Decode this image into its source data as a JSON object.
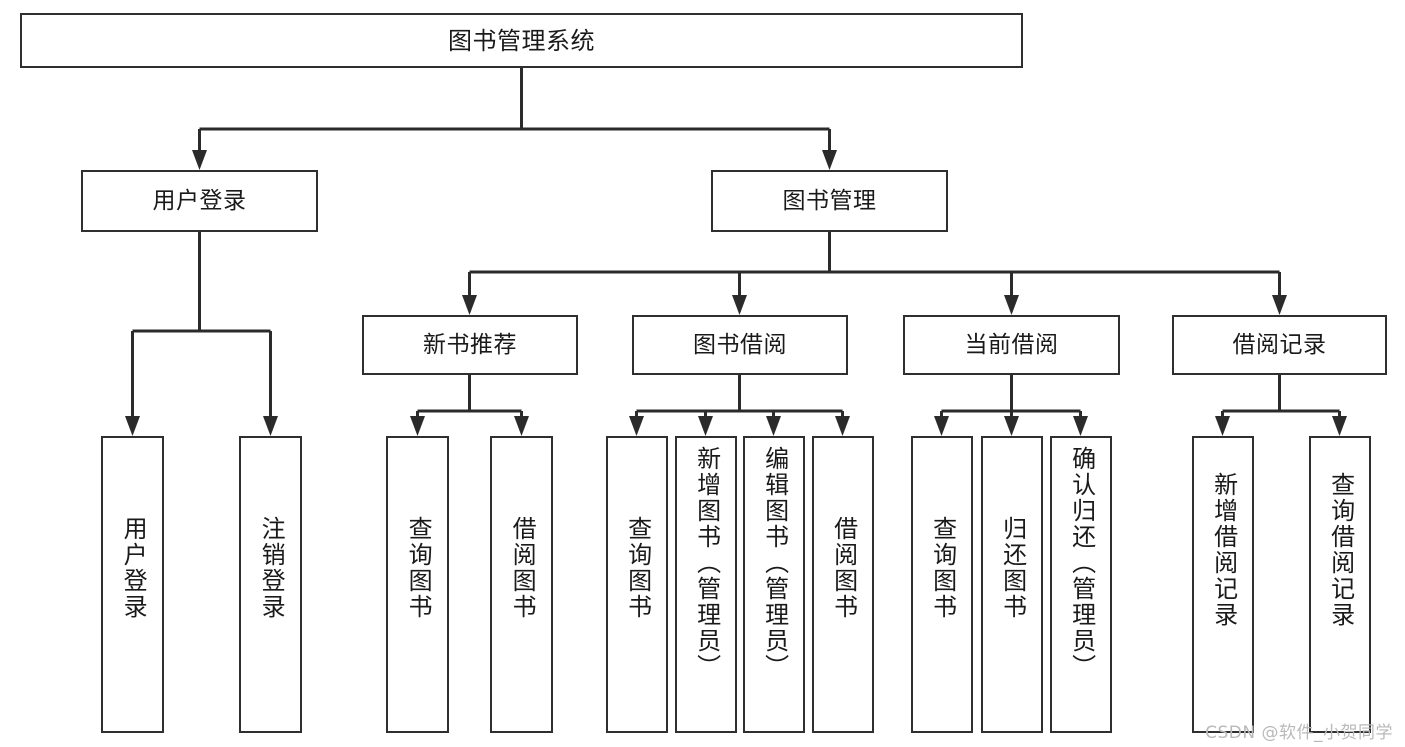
{
  "diagram": {
    "title": "图书管理系统",
    "type": "功能结构图",
    "root": {
      "label": "图书管理系统"
    },
    "level2": [
      {
        "label": "用户登录"
      },
      {
        "label": "图书管理"
      }
    ],
    "level3": [
      {
        "label": "新书推荐"
      },
      {
        "label": "图书借阅"
      },
      {
        "label": "当前借阅"
      },
      {
        "label": "借阅记录"
      }
    ],
    "leaves": {
      "user_login": [
        {
          "label": "用户登录"
        },
        {
          "label": "注销登录"
        }
      ],
      "new_book_recommend": [
        {
          "label": "查询图书"
        },
        {
          "label": "借阅图书"
        }
      ],
      "book_borrow": [
        {
          "label": "查询图书"
        },
        {
          "label": "新增图书（管理员）"
        },
        {
          "label": "编辑图书（管理员）"
        },
        {
          "label": "借阅图书"
        }
      ],
      "current_borrow": [
        {
          "label": "查询图书"
        },
        {
          "label": "归还图书"
        },
        {
          "label": "确认归还（管理员）"
        }
      ],
      "borrow_record": [
        {
          "label": "新增借阅记录"
        },
        {
          "label": "查询借阅记录"
        }
      ]
    }
  },
  "watermark": {
    "text": "CSDN @软件_小贺同学"
  },
  "colors": {
    "background": "#ffffff",
    "box_border": "#2f2f2f",
    "connector": "#2b2b2b",
    "text": "#1a1a1a",
    "watermark": "#b9b9b9"
  }
}
